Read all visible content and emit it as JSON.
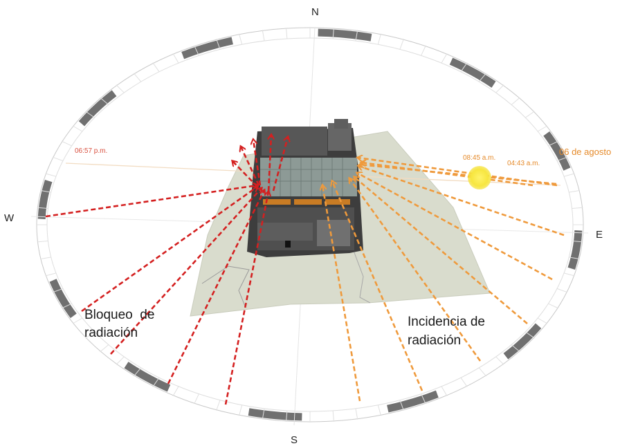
{
  "compass": {
    "north": "N",
    "south": "S",
    "east": "E",
    "west": "W"
  },
  "labels": {
    "blocking_line1": "Bloqueo  de",
    "blocking_line2": "radiación",
    "incidence_line1": "Incidencia de",
    "incidence_line2": "radiación"
  },
  "times": {
    "sunset": "06:57 p.m.",
    "morning": "08:45 a.m.",
    "sunrise": "04:43 a.m."
  },
  "date": "06 de agosto",
  "colors": {
    "blocking_arrows": "#d42020",
    "incidence_arrows": "#ef9a3c",
    "sun": "#f7e640",
    "ring": "#707070",
    "terrain": "#d9dccd",
    "building": "#4a4a4a"
  }
}
